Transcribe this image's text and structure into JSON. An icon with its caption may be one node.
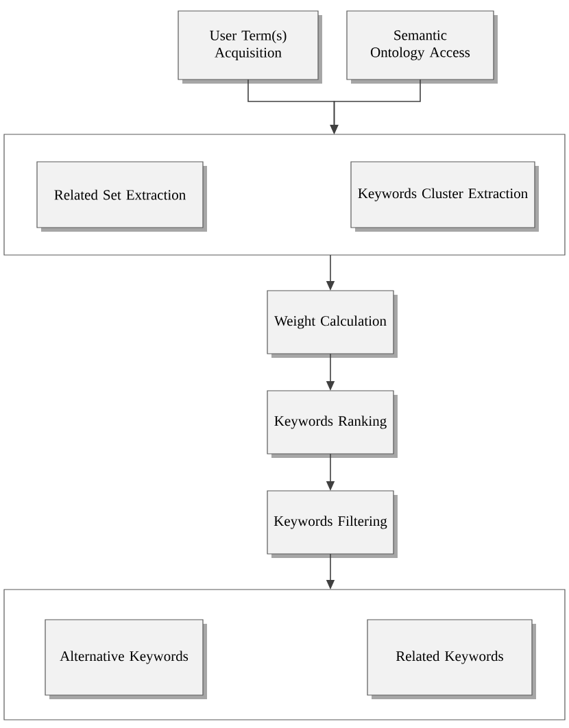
{
  "diagram": {
    "nodes": [
      {
        "text": [
          "User Term(s) Acquisition"
        ]
      },
      {
        "text": [
          "Semantic Ontology Access"
        ]
      },
      {
        "text": [],
        "shape": "box"
      },
      {
        "text": [
          "Related Set Extraction"
        ],
        "in": 2
      },
      {
        "text": [
          "Keywords Cluster Extraction"
        ],
        "in": 2
      },
      {
        "text": [
          "Weight Calculation"
        ]
      },
      {
        "text": [
          "Keywords Ranking"
        ]
      },
      {
        "text": [
          "Keywords Filtering"
        ]
      },
      {
        "text": [],
        "shape": "box"
      },
      {
        "text": [
          "Alternative Keywords"
        ],
        "in": 8
      },
      {
        "text": [
          "Related Keywords"
        ],
        "in": 8
      }
    ],
    "edges": [
      {
        "from": 0,
        "to": 2,
        "arrow": "to"
      },
      {
        "from": 1,
        "to": 2,
        "arrow": "to"
      },
      {
        "from": 2,
        "to": 5,
        "arrow": "to"
      },
      {
        "from": 5,
        "to": 6,
        "arrow": "to"
      },
      {
        "from": 6,
        "to": 7,
        "arrow": "to"
      },
      {
        "from": 7,
        "to": 8,
        "arrow": "to"
      }
    ]
  }
}
